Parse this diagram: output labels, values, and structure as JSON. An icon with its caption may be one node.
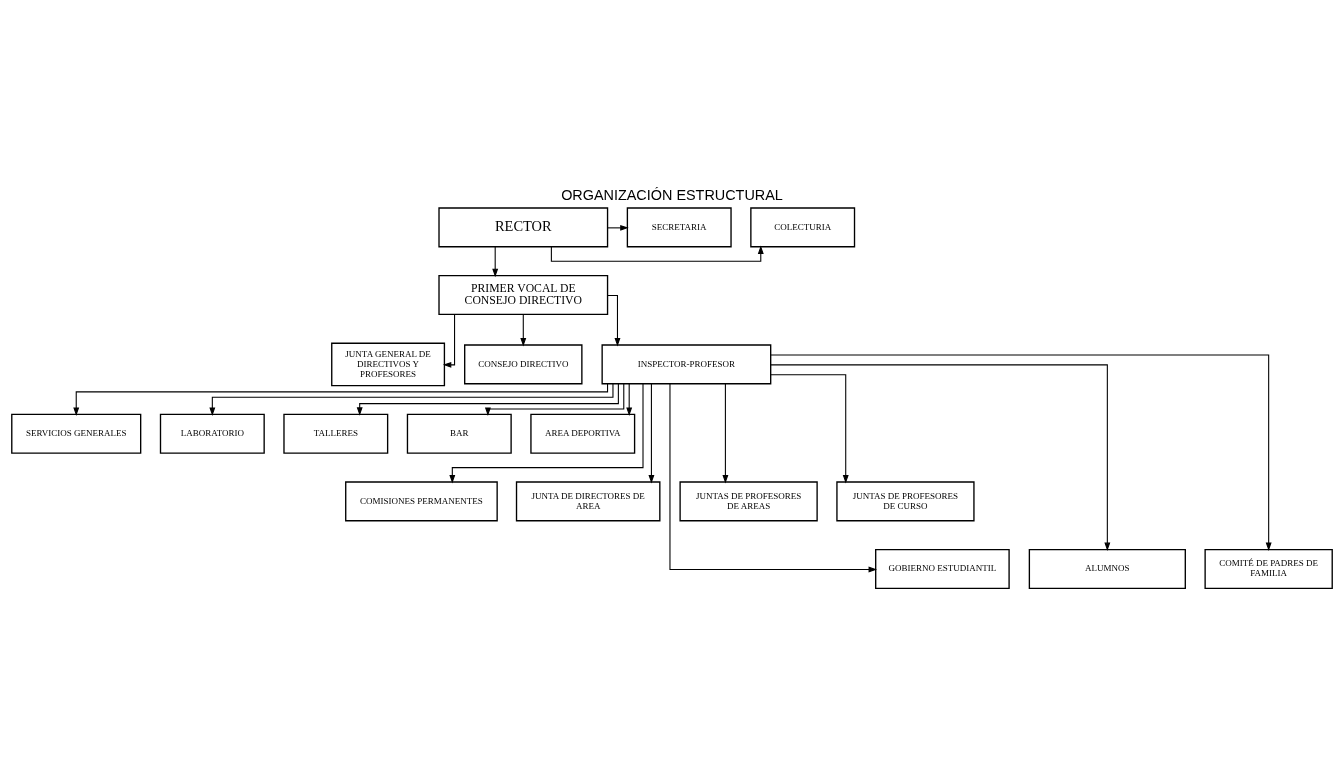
{
  "diagram": {
    "title": "ORGANIZACIÓN ESTRUCTURAL",
    "nodes": [
      {
        "text": [
          "COLECTURIA"
        ]
      },
      {
        "text": [
          "RECTOR"
        ]
      },
      {
        "text": [
          "SECRETARIA"
        ]
      },
      {
        "text": [
          "PRIMER VOCAL DE CONSEJO DIRECTIVO"
        ]
      },
      {
        "text": [
          "JUNTA GENERAL DE DIRECTIVOS Y PROFESORES"
        ]
      },
      {
        "text": [
          "CONSEJO DIRECTIVO"
        ]
      },
      {
        "text": [
          "INSPECTOR-PROFESOR"
        ]
      },
      {
        "text": [
          "SERVICIOS GENERALES"
        ]
      },
      {
        "text": [
          "LABORATORIO"
        ]
      },
      {
        "text": [
          "TALLERES"
        ]
      },
      {
        "text": [
          "BAR"
        ]
      },
      {
        "text": [
          "AREA DEPORTIVA"
        ]
      },
      {
        "text": [
          "COMISIONES PERMANENTES"
        ]
      },
      {
        "text": [
          "JUNTA DE DIRECTORES DE AREA"
        ]
      },
      {
        "text": [
          "JUNTAS DE PROFESORES DE AREAS"
        ]
      },
      {
        "text": [
          "JUNTAS DE PROFESORES DE CURSO"
        ]
      },
      {
        "text": [
          "GOBIERNO ESTUDIANTIL"
        ]
      },
      {
        "text": [
          "ALUMNOS"
        ]
      },
      {
        "text": [
          "COMITÉ DE PADRES DE FAMILIA"
        ]
      }
    ],
    "edges": [
      {
        "from": 1,
        "to": 0,
        "arrow": "to"
      },
      {
        "from": 1,
        "to": 2,
        "arrow": "to"
      },
      {
        "from": 1,
        "to": 3,
        "arrow": "to"
      },
      {
        "from": 3,
        "to": 4,
        "arrow": "to"
      },
      {
        "from": 3,
        "to": 5,
        "arrow": "to"
      },
      {
        "from": 3,
        "to": 6,
        "arrow": "to"
      },
      {
        "from": 6,
        "to": 7,
        "arrow": "to"
      },
      {
        "from": 6,
        "to": 8,
        "arrow": "to"
      },
      {
        "from": 6,
        "to": 9,
        "arrow": "to"
      },
      {
        "from": 6,
        "to": 10,
        "arrow": "to"
      },
      {
        "from": 6,
        "to": 11,
        "arrow": "to"
      },
      {
        "from": 6,
        "to": 12,
        "arrow": "to"
      },
      {
        "from": 6,
        "to": 13,
        "arrow": "to"
      },
      {
        "from": 6,
        "to": 14,
        "arrow": "to"
      },
      {
        "from": 6,
        "to": 15,
        "arrow": "to"
      },
      {
        "from": 6,
        "to": 16,
        "arrow": "to"
      },
      {
        "from": 6,
        "to": 17,
        "arrow": "to"
      },
      {
        "from": 6,
        "to": 18,
        "arrow": "to"
      }
    ]
  }
}
